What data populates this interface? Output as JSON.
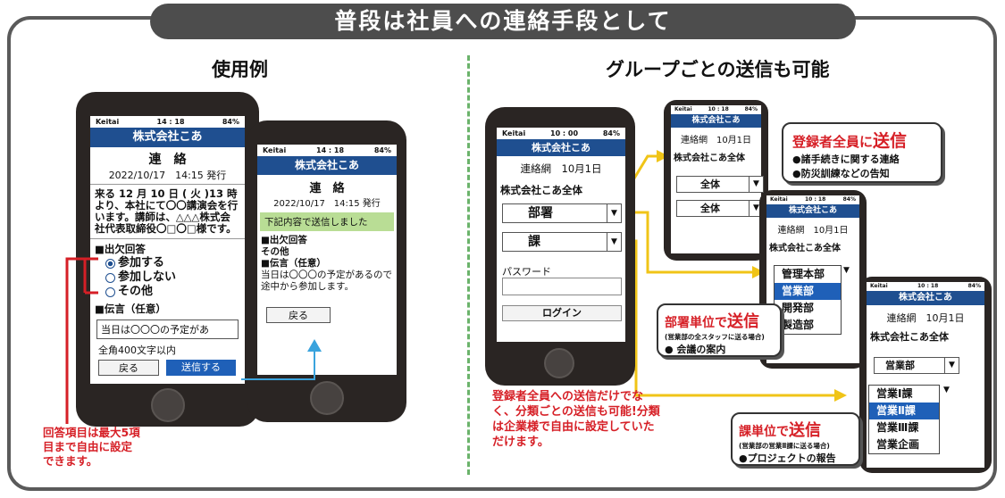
{
  "banner": "普段は社員への連絡手段として",
  "left_title": "使用例",
  "right_title": "グループごとの送信も可能",
  "status": {
    "carrier": "Keitai",
    "time1": "14 : 18",
    "time2": "10 : 00",
    "time3": "10 : 18",
    "battery": "84%"
  },
  "company": "株式会社こあ",
  "phone1": {
    "title": "連　絡",
    "date": "2022/10/17　14:15 発行",
    "body": "来る 12 月 10 日 ( 火 )13 時より、本社にて〇〇講演会を行います。講師は、△△△株式会社代表取締役〇□〇□様です。",
    "section1": "■出欠回答",
    "options": [
      "参加する",
      "参加しない",
      "その他"
    ],
    "section2": "■伝言（任意）",
    "input": "当日は〇〇〇の予定があ",
    "limit": "全角400文字以内",
    "back": "戻る",
    "send": "送信する"
  },
  "phone2": {
    "title": "連　絡",
    "date": "2022/10/17　14:15 発行",
    "banner": "下記内容で送信しました",
    "lines": [
      "■出欠回答",
      "その他",
      "■伝言（任意）",
      "当日は〇〇〇の予定があるので途中から参加します。"
    ],
    "back": "戻る"
  },
  "note_left": "回答項目は最大5項目まで自由に設定できます。",
  "phone3": {
    "net": "連絡網　10月1日",
    "all": "株式会社こあ全体",
    "dept": "部署",
    "section": "課",
    "password": "パスワード",
    "login": "ログイン"
  },
  "note_center": "登録者全員への送信だけでなく、分類ごとの送信も可能!分類は企業様で自由に設定していただけます。",
  "phone4": {
    "net": "連絡網　10月1日",
    "all": "株式会社こあ全体",
    "sel1": "全体",
    "sel2": "全体"
  },
  "callout1": {
    "title_a": "登録者全員に",
    "title_b": "送信",
    "items": [
      "●諸手続きに関する連絡",
      "●防災訓練などの告知"
    ]
  },
  "phone5": {
    "net": "連絡網　10月1日",
    "all": "株式会社こあ全体",
    "depts": [
      "管理本部",
      "営業部",
      "開発部",
      "製造部"
    ]
  },
  "callout2": {
    "title_a": "部署単位で",
    "title_b": "送信",
    "sub": "(営業部の全スタッフに送る場合)",
    "item": "● 会議の案内"
  },
  "phone6": {
    "net": "連絡網　10月1日",
    "all": "株式会社こあ全体",
    "sel": "営業部",
    "sections": [
      "営業Ⅰ課",
      "営業Ⅱ課",
      "営業Ⅲ課",
      "営業企画"
    ]
  },
  "callout3": {
    "title_a": "課単位で",
    "title_b": "送信",
    "sub": "(営業部の営業Ⅱ課に送る場合)",
    "item": "●プロジェクトの報告"
  },
  "colors": {
    "header": "#1f4f90",
    "accent_red": "#d61f26",
    "arrow_yellow": "#f0c417",
    "arrow_blue": "#3aa3dd",
    "divider": "#6bb36b"
  }
}
